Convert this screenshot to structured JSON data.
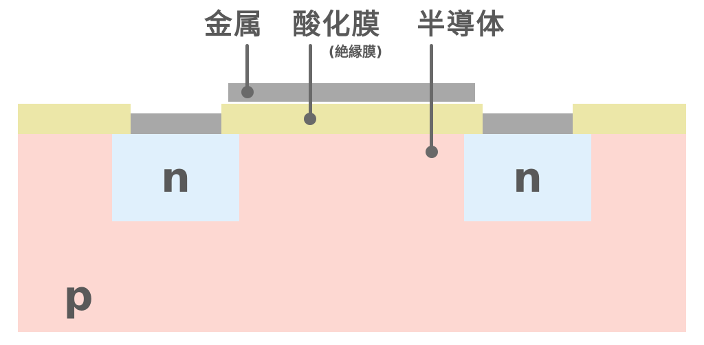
{
  "labels": {
    "metal": "金属",
    "oxide": "酸化膜",
    "oxide_note": "(絶縁膜)",
    "semiconductor": "半導体"
  },
  "regions": {
    "n_left": "n",
    "n_right": "n",
    "p_substrate": "p"
  },
  "colors": {
    "metal": "#a8a8a8",
    "oxide": "#ece7a8",
    "p_substrate": "#fdd8d2",
    "n_region": "#e0f0fc",
    "annotation_text": "#595959",
    "annotation_line": "#696969",
    "background": "#ffffff"
  }
}
